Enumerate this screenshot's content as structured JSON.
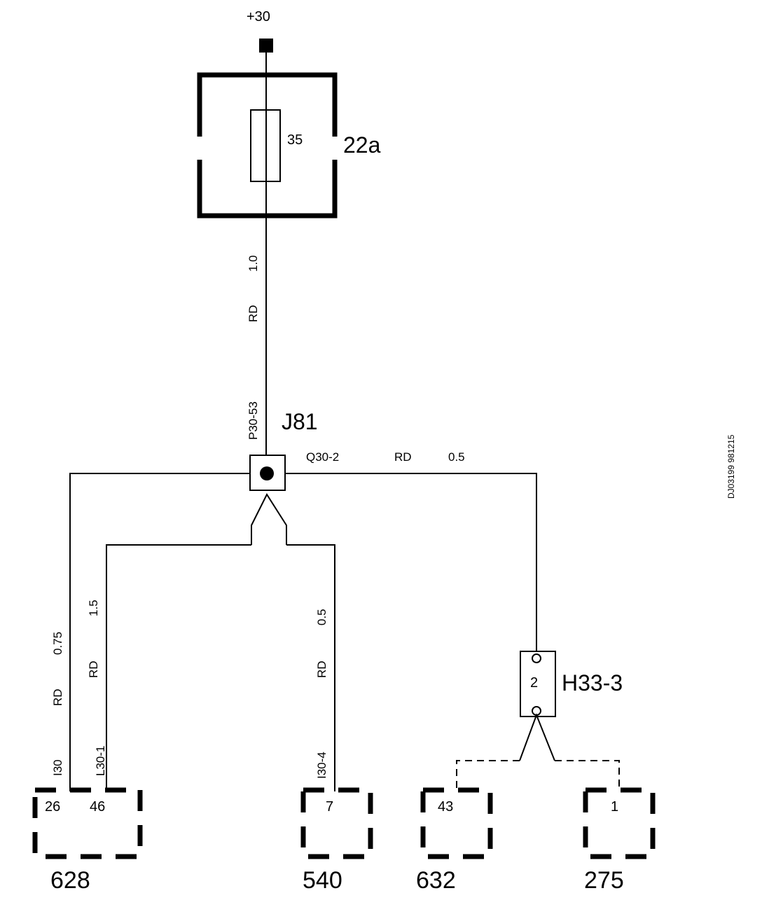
{
  "supply": {
    "label": "+30"
  },
  "fuse": {
    "rating": "35",
    "label": "22a"
  },
  "main_wire": {
    "gauge": "1.0",
    "color": "RD",
    "code": "P30-53"
  },
  "splice": {
    "label": "J81"
  },
  "wire_q30": {
    "code": "Q30-2",
    "color": "RD",
    "gauge": "0.5"
  },
  "wire_left1": {
    "color": "RD",
    "gauge": "0.75",
    "code": "I30"
  },
  "wire_left2": {
    "color": "RD",
    "gauge": "1.5",
    "code": "L30-1"
  },
  "wire_mid": {
    "color": "RD",
    "gauge": "0.5",
    "code": "I30-4"
  },
  "connector_h33": {
    "label": "H33-3",
    "pin": "2"
  },
  "comp_628": {
    "label": "628",
    "pin_a": "26",
    "pin_b": "46"
  },
  "comp_540": {
    "label": "540",
    "pin": "7"
  },
  "comp_632": {
    "label": "632",
    "pin": "43"
  },
  "comp_275": {
    "label": "275",
    "pin": "1"
  },
  "drawing_id": "DJ03199 981215"
}
